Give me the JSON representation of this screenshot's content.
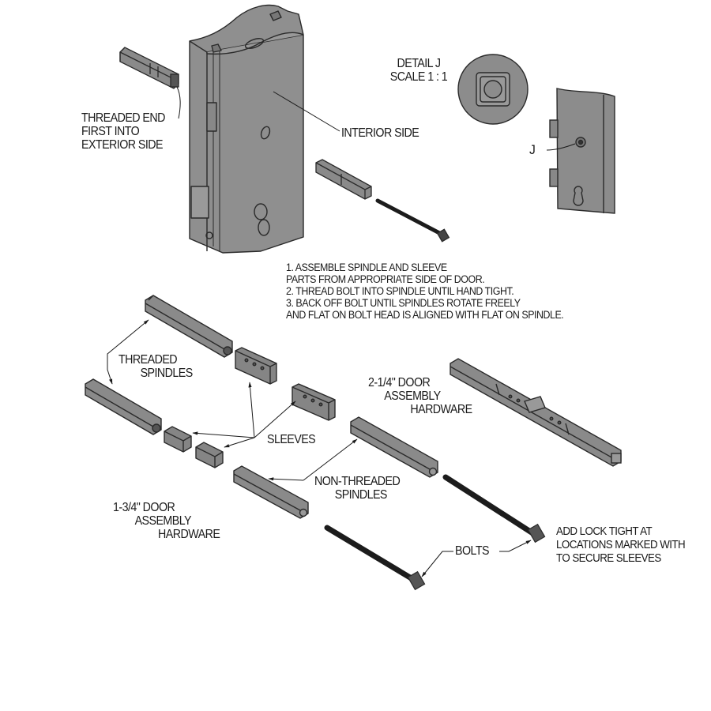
{
  "diagram": {
    "title": "Spindle and sleeve assembly instructions",
    "colors": {
      "part_fill": "#8c8c8c",
      "part_dark": "#6e6e6e",
      "door_fill": "#8f8f8f",
      "outline": "#2a2a2a",
      "bolt": "#1c1c1c",
      "text": "#1a1a1a"
    },
    "callouts": {
      "threaded_end": [
        "THREADED END",
        "FIRST INTO",
        "EXTERIOR SIDE"
      ],
      "interior_side": "INTERIOR SIDE",
      "detail_j": [
        "DETAIL J",
        "SCALE 1 : 1"
      ],
      "j_marker": "J",
      "threaded_spindles": [
        "THREADED",
        "SPINDLES"
      ],
      "sleeves": "SLEEVES",
      "door_2_25": [
        "2-1/4\" DOOR",
        "ASSEMBLY",
        "HARDWARE"
      ],
      "non_threaded_spindles": [
        "NON-THREADED",
        "SPINDLES"
      ],
      "door_1_75": [
        "1-3/4\" DOOR",
        "ASSEMBLY",
        "HARDWARE"
      ],
      "bolts": "BOLTS",
      "lock_tight": [
        "ADD LOCK TIGHT AT",
        "LOCATIONS MARKED WITH",
        "TO SECURE SLEEVES"
      ]
    },
    "instructions": [
      "1. ASSEMBLE SPINDLE AND SLEEVE",
      "PARTS FROM APPROPRIATE SIDE OF DOOR.",
      "2. THREAD BOLT INTO SPINDLE UNTIL HAND TIGHT.",
      "3. BACK OFF BOLT UNTIL SPINDLES ROTATE FREELY",
      "AND FLAT ON BOLT HEAD IS ALIGNED WITH FLAT ON SPINDLE."
    ],
    "parts": [
      {
        "name": "door-edge-block",
        "label": "door-edge-icon"
      },
      {
        "name": "detail-j-circle",
        "label": "square-drive-icon"
      },
      {
        "name": "lock-case-side",
        "label": "lock-case-icon"
      },
      {
        "name": "threaded-spindle",
        "count": 2
      },
      {
        "name": "sleeve",
        "count": 4
      },
      {
        "name": "non-threaded-spindle",
        "count": 2
      },
      {
        "name": "bolt",
        "count": 3
      },
      {
        "name": "assembled-spindle-2-25",
        "count": 1
      }
    ]
  }
}
